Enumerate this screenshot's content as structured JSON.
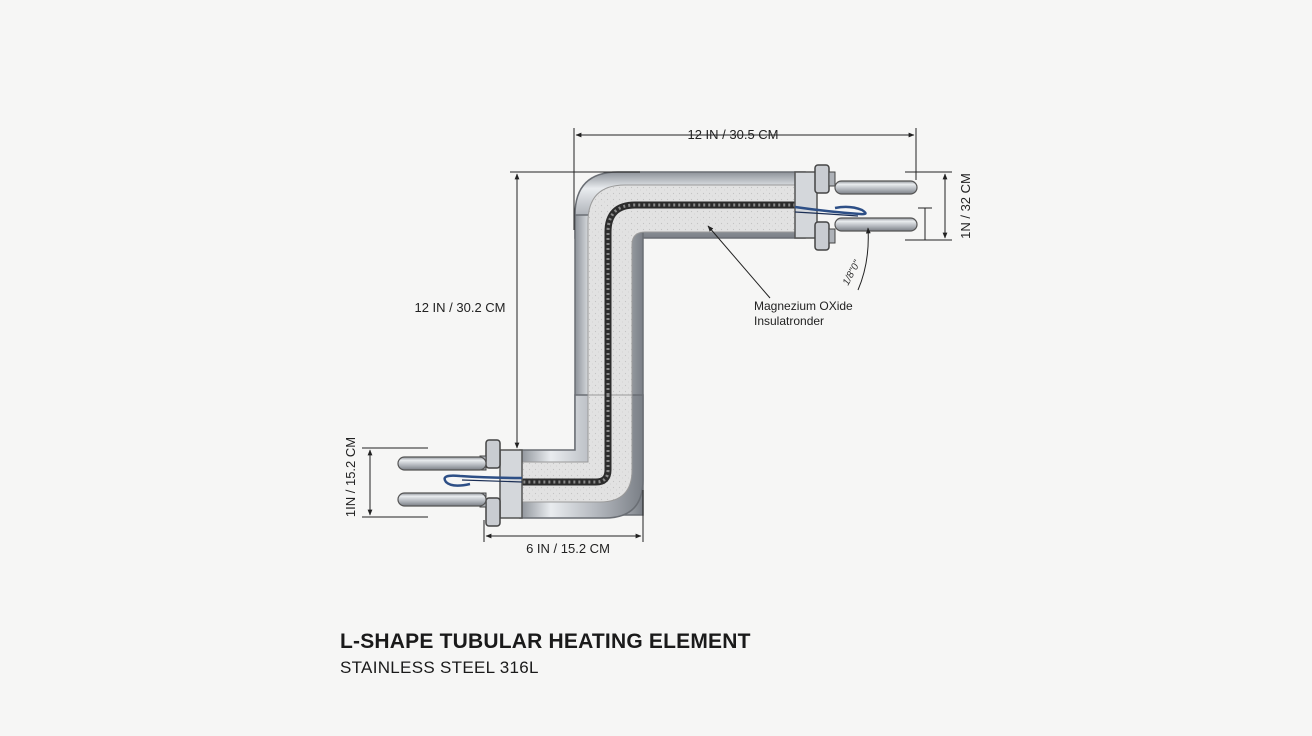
{
  "title": "L-SHAPE TUBULAR HEATING ELEMENT",
  "subtitle": "STAINLESS STEEL 316L",
  "dimensions": {
    "top_length": "12 IN / 30.5 CM",
    "vertical_length": "12 IN / 30.2 CM",
    "bottom_length": "6 IN / 15.2 CM",
    "right_terminal_spacing": "1N / 32 CM",
    "left_terminal_spacing": "1IN / 15.2 CM"
  },
  "callouts": {
    "insulation_line1": "Magnezium OXide",
    "insulation_line2": "Insulatronder",
    "small_note": "1/8\"0\""
  },
  "colors": {
    "tube_outer": "#b8bcc2",
    "tube_dark": "#7d828a",
    "insulation": "#e3e3e3",
    "coil": "#4a4a4a",
    "wire": "#3a5a8c",
    "dimension_line": "#222222"
  }
}
